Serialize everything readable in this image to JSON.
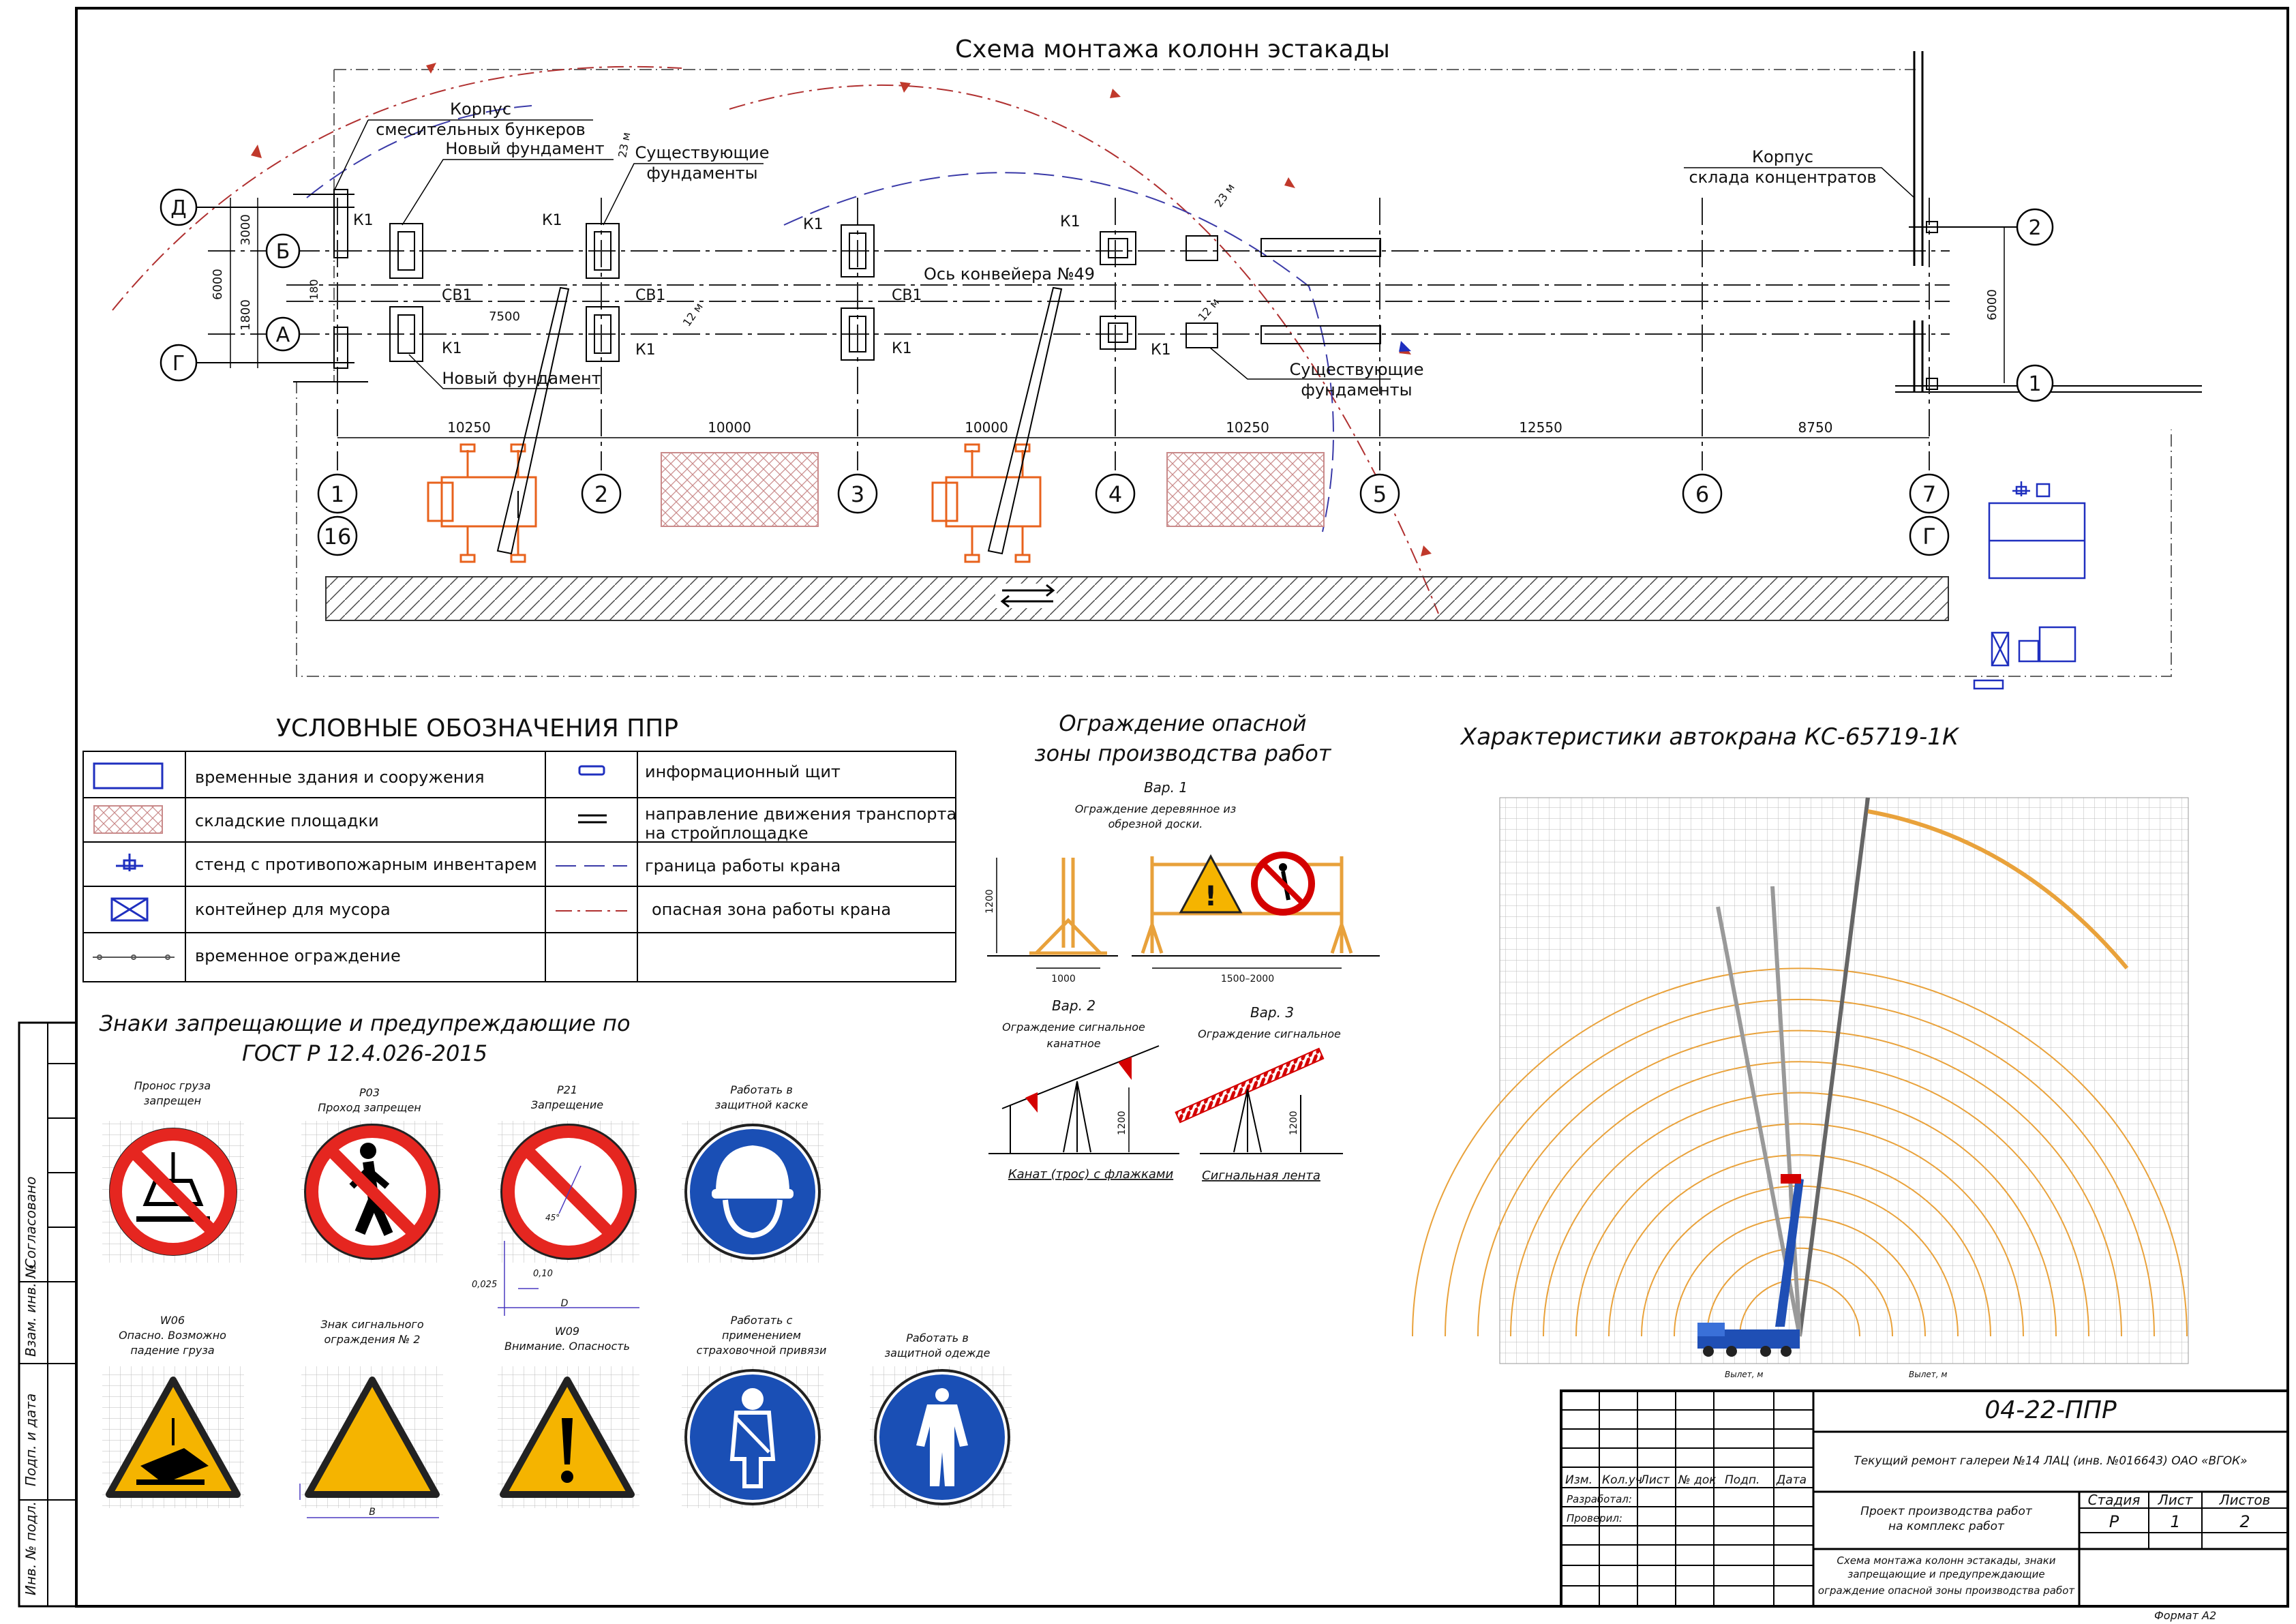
{
  "scheme": {
    "title": "Схема монтажа колонн эстакады",
    "labels": {
      "korpus1": [
        "Корпус",
        "смесительных бункеров"
      ],
      "new_found_top": "Новый фундамент",
      "exist_found_top": [
        "Существующие",
        "фундаменты"
      ],
      "korpus2": [
        "Корпус",
        "склада концентратов"
      ],
      "exist_found_bottom": [
        "Существующие",
        "фундаменты"
      ],
      "new_found_bottom": "Новый фундамент",
      "axis_conveyor": "Ось конвейера №49",
      "k1": "К1",
      "sv1": "СВ1",
      "r23a": "23 м",
      "r23b": "23 м",
      "r12a": "12 м",
      "r12b": "12 м"
    },
    "row_axes_left": [
      "Д",
      "Б",
      "А",
      "Г"
    ],
    "row_axes_right": [
      "2",
      "1"
    ],
    "column_axes": [
      "1",
      "2",
      "3",
      "4",
      "5",
      "6",
      "7"
    ],
    "extra_axes": [
      "16",
      "Г"
    ],
    "dims_top": [
      "10250",
      "10000",
      "10000",
      "10250",
      "12550",
      "8750"
    ],
    "dims_misc": {
      "d7500": "7500",
      "d6000l": "6000",
      "d3000": "3000",
      "d1800": "1800",
      "d180": "180",
      "d6000r": "6000"
    }
  },
  "legend": {
    "title": "УСЛОВНЫЕ ОБОЗНАЧЕНИЯ ППР",
    "left": [
      "временные здания и сооружения",
      "складские площадки",
      "стенд с противопожарным инвентарем",
      "контейнер для мусора",
      "временное ограждение"
    ],
    "right": [
      "информационный щит",
      "направление движения транспорта на стройплощадке",
      "граница работы крана",
      "опасная зона работы крана"
    ]
  },
  "fence": {
    "title": [
      "Ограждение опасной",
      "зоны производства работ"
    ],
    "var1": "Вар. 1",
    "var1_desc": [
      "Ограждение деревянное из",
      "обрезной доски."
    ],
    "var2": "Вар. 2",
    "var2_desc": [
      "Ограждение сигнальное",
      "канатное"
    ],
    "var3": "Вар. 3",
    "var3_desc": "Ограждение сигнальное",
    "rope_label": "Канат (трос) с флажками",
    "tape_label": "Сигнальная лента",
    "dims": {
      "h1200": "1200",
      "w1000": "1000",
      "w1500": "1500–2000"
    }
  },
  "signs": {
    "title": [
      "Знаки запрещающие и предупреждающие по",
      "ГОСТ Р 12.4.026-2015"
    ],
    "row1": [
      {
        "code": "",
        "name": [
          "Пронос груза",
          "запрещен"
        ]
      },
      {
        "code": "Р03",
        "name": [
          "Проход запрещен"
        ]
      },
      {
        "code": "Р21",
        "name": [
          "Запрещение"
        ]
      },
      {
        "code": "",
        "name": [
          "Работать в",
          "защитной каске"
        ]
      }
    ],
    "row2": [
      {
        "code": "W06",
        "name": [
          "Опасно. Возможно",
          "падение груза"
        ]
      },
      {
        "code": "",
        "name": [
          "Знак сигнального",
          "ограждения № 2"
        ]
      },
      {
        "code": "W09",
        "name": [
          "Внимание. Опасность"
        ]
      },
      {
        "code": "",
        "name": [
          "Работать с",
          "применением",
          "страховочной привязи"
        ]
      },
      {
        "code": "",
        "name": [
          "Работать в",
          "защитной одежде"
        ]
      }
    ],
    "dims": {
      "d": "D",
      "b": "B",
      "d010": "0,10",
      "d0025": "0,025",
      "d045": "45°"
    }
  },
  "crane": {
    "title": "Характеристики автокрана КС-65719-1К",
    "axis_note": "Вылет, м"
  },
  "stamp": {
    "code": "04-22-ППР",
    "object": "Текущий ремонт галереи №14 ЛАЦ (инв. №016643) ОАО «ВГОК»",
    "project": [
      "Проект производства работ",
      "на комплекс работ"
    ],
    "sheet_title": [
      "Схема монтажа колонн эстакады, знаки",
      "запрещающие и предупреждающие",
      "ограждение опасной зоны производства работ"
    ],
    "headers": [
      "Изм.",
      "Кол.уч",
      "Лист",
      "№ док",
      "Подп.",
      "Дата"
    ],
    "roles": [
      "Разработал:",
      "Проверил:"
    ],
    "stage_h": "Стадия",
    "sheet_h": "Лист",
    "sheets_h": "Листов",
    "stage": "Р",
    "sheet": "1",
    "sheets": "2",
    "format": "Формат А2"
  },
  "sidebar": [
    "Согласовано",
    "Взам. инв. №",
    "Подп. и дата",
    "Инв. № подл."
  ],
  "colors": {
    "crane": "#e8621c",
    "danger": "#c0392b",
    "blue": "#1f2fbf",
    "orange_arc": "#e9a23b",
    "yellow": "#f5b400",
    "sign_blue": "#1a4fb5"
  }
}
